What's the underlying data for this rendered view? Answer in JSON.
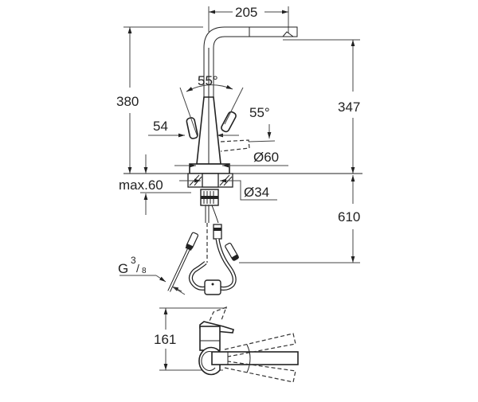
{
  "diagram": {
    "title": "Kitchen faucet dimension drawing",
    "colors": {
      "line": "#222222",
      "dimension": "#444444",
      "background": "#ffffff"
    },
    "dimensions": {
      "spout_reach": "205",
      "total_height": "380",
      "spout_height": "347",
      "lever_angle_left": "55°",
      "lever_angle_right": "55°",
      "lever_offset": "54",
      "body_diameter": "Ø60",
      "mount_thickness_max": "max.60",
      "hole_diameter": "Ø34",
      "hose_length": "610",
      "connection_thread_main": "G",
      "connection_thread_num": "3",
      "connection_thread_den": "8",
      "side_height": "161"
    }
  }
}
